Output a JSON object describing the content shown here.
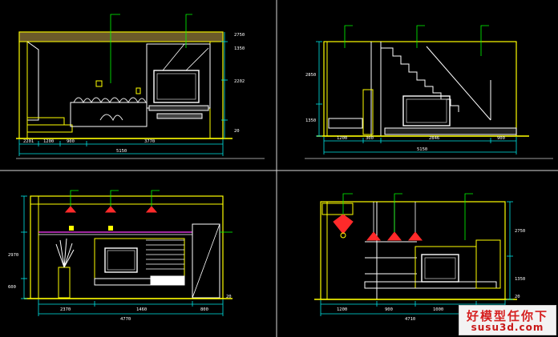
{
  "watermark": {
    "line1": "好模型任你下",
    "line2": "susu3d.com"
  },
  "palette": {
    "background": "#000000",
    "wall": "#ffff00",
    "furniture": "#ffffff",
    "dimension": "#00e5e5",
    "annotation": "#c8c8c8",
    "leader": "#00ff00",
    "lamp": "#ff2a2a",
    "accent": "#ff40ff"
  },
  "panels": [
    {
      "id": "elevation-a",
      "dims_bottom": [
        "2201",
        "1200",
        "900",
        "3770"
      ],
      "total": "5150",
      "dims_right": [
        "2750",
        "2202",
        "1350",
        "20"
      ],
      "tags": [
        "",
        "",
        "",
        ""
      ]
    },
    {
      "id": "elevation-b",
      "dims_bottom": [
        "1200",
        "300",
        "2846",
        "900"
      ],
      "total": "5150",
      "dims_right": [
        "2850",
        "1350"
      ],
      "tags": [
        "",
        "",
        ""
      ]
    },
    {
      "id": "elevation-c",
      "dims_bottom": [
        "2370",
        "1460",
        "800"
      ],
      "total": "4770",
      "dims_right": [
        "2970",
        "600",
        "20"
      ],
      "tags": [
        "",
        "",
        "",
        ""
      ]
    },
    {
      "id": "elevation-d",
      "dims_bottom": [
        "1200",
        "900",
        "1000",
        "1200"
      ],
      "total": "4710",
      "dims_right": [
        "2750",
        "1350",
        "20"
      ],
      "tags": [
        "",
        "",
        ""
      ]
    }
  ]
}
